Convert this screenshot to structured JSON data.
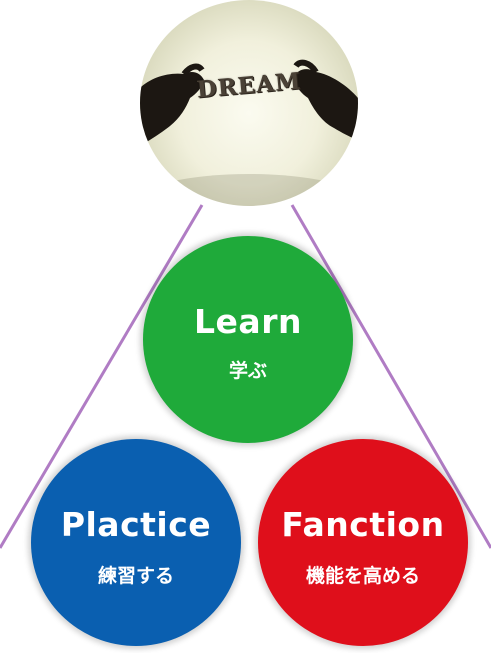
{
  "top_image": {
    "word": "DREAM"
  },
  "colors": {
    "learn": "#1faa3a",
    "practice": "#0a5fb0",
    "function": "#df0f1b",
    "triangle_line": "#b07cc4"
  },
  "circles": {
    "learn": {
      "title": "Learn",
      "subtitle": "学ぶ"
    },
    "practice": {
      "title": "Plactice",
      "subtitle": "練習する"
    },
    "function": {
      "title": "Fanction",
      "subtitle": "機能を高める"
    }
  }
}
